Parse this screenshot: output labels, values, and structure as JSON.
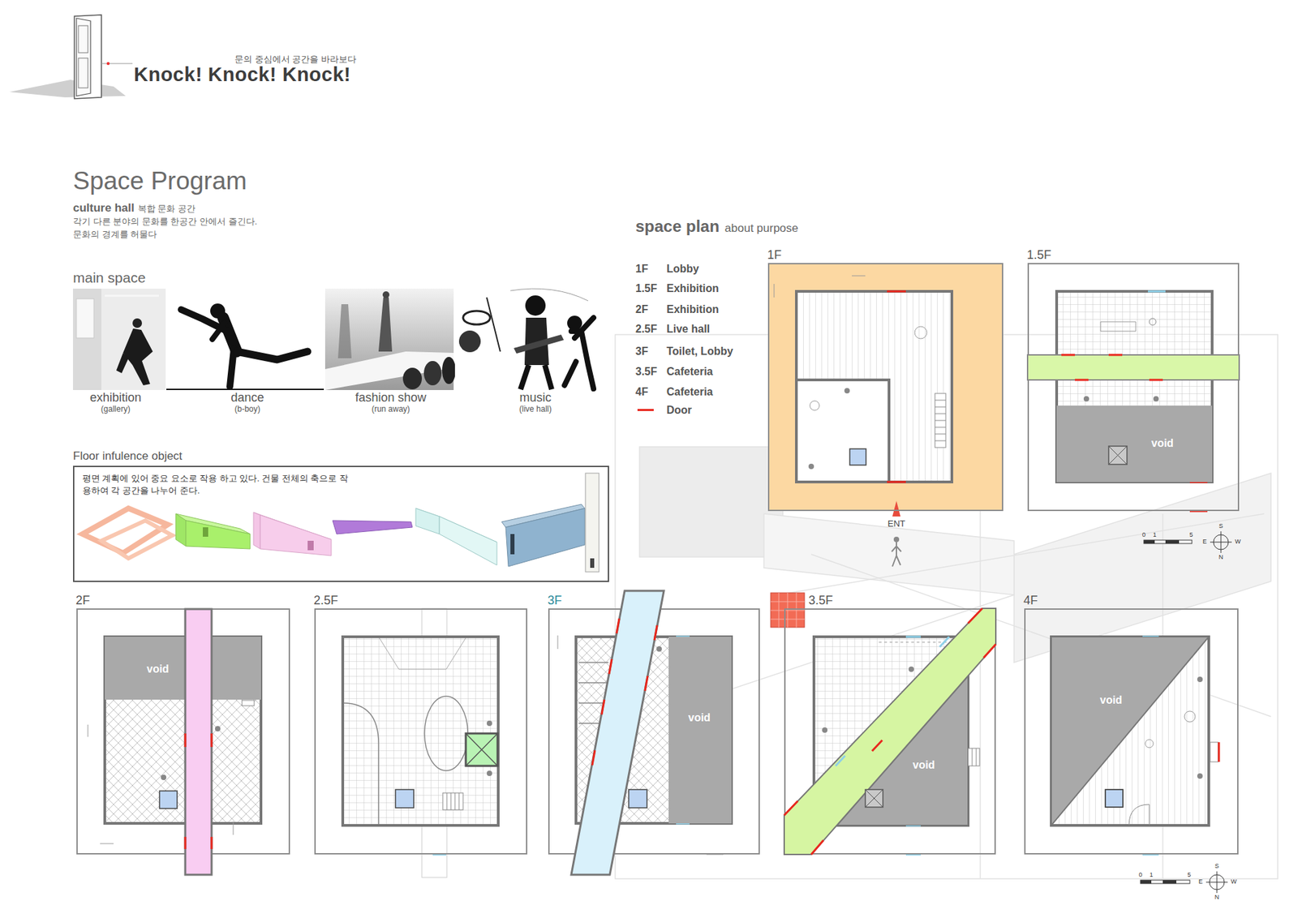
{
  "diagram": {
    "title": "Knock! Knock! Knock!",
    "nodes": [
      {
        "text": [
          "1F"
        ]
      },
      {
        "text": [
          "1.5F"
        ]
      },
      {
        "text": [
          "void"
        ],
        "in": 1
      },
      {
        "text": [
          "Floor infulence object",
          "평면 계획에 있어 중요 요소로 작용 하고 있다. 건물 전체의 축으로 작용하여 각 공간을 나누어 준다."
        ]
      },
      {
        "text": [
          "2F"
        ]
      },
      {
        "text": [
          "void"
        ],
        "in": 4
      },
      {
        "text": [
          "2.5F"
        ]
      },
      {
        "text": [
          "3F"
        ]
      },
      {
        "text": [
          "void"
        ],
        "in": 7
      },
      {
        "text": [
          "3.5F"
        ]
      },
      {
        "text": [
          "void"
        ],
        "in": 9
      },
      {
        "text": [
          "4F"
        ]
      },
      {
        "text": [
          "void"
        ],
        "in": 11
      }
    ],
    "labels": [
      "문의 중심에서 공간을 바라보다",
      "Space Program",
      "culture hall",
      "복합 문화 공간",
      "각기 다른 분야의 문화를 한공간 안에서 즐긴다.",
      "문화의 경계를 허물다",
      "main space",
      "exhibition",
      "(gallery)",
      "dance",
      "(b-boy)",
      "fashion show",
      "(run away)",
      "music",
      "(live hall)",
      "space plan",
      "about purpose",
      "1F",
      "Lobby",
      "1.5F",
      "Exhibition",
      "2F",
      "Exhibition",
      "2.5F",
      "Live hall",
      "3F",
      "Toilet, Lobby",
      "3.5F",
      "Cafeteria",
      "4F",
      "Cafeteria",
      "ENT",
      "0",
      "1",
      "5",
      "S",
      "E",
      "W",
      "N",
      "0",
      "1",
      "5",
      "S",
      "E",
      "W",
      "N"
    ],
    "legend": [
      {
        "text": "Door"
      }
    ]
  }
}
